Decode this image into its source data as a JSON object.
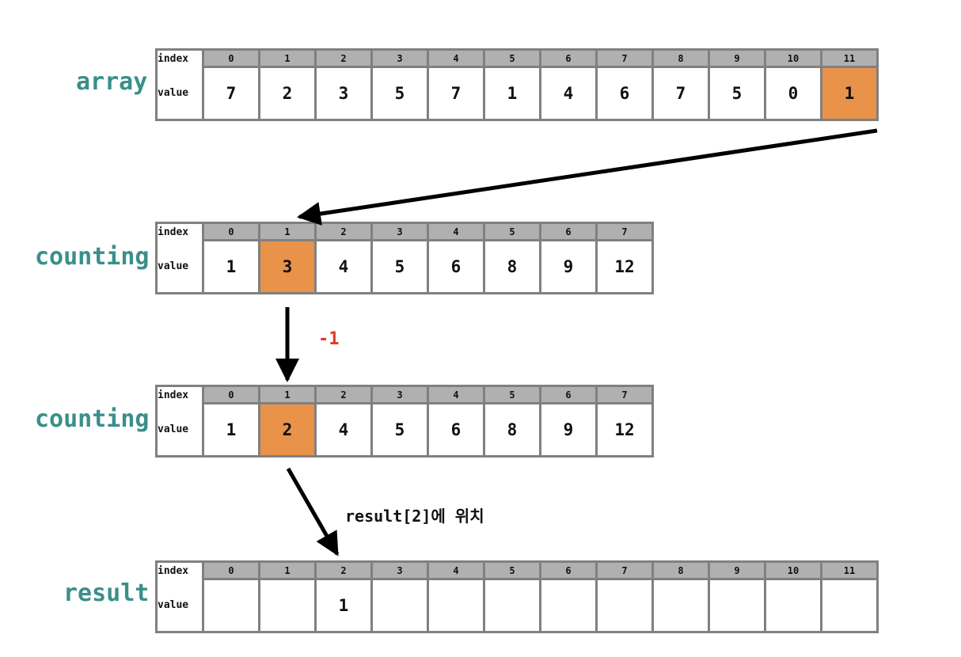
{
  "rows": [
    {
      "label": "array",
      "index_header": "index",
      "value_header": "value",
      "indices": [
        "0",
        "1",
        "2",
        "3",
        "4",
        "5",
        "6",
        "7",
        "8",
        "9",
        "10",
        "11"
      ],
      "values": [
        "7",
        "2",
        "3",
        "5",
        "7",
        "1",
        "4",
        "6",
        "7",
        "5",
        "0",
        "1"
      ],
      "highlight": 11
    },
    {
      "label": "counting",
      "index_header": "index",
      "value_header": "value",
      "indices": [
        "0",
        "1",
        "2",
        "3",
        "4",
        "5",
        "6",
        "7"
      ],
      "values": [
        "1",
        "3",
        "4",
        "5",
        "6",
        "8",
        "9",
        "12"
      ],
      "highlight": 1
    },
    {
      "label": "counting",
      "index_header": "index",
      "value_header": "value",
      "indices": [
        "0",
        "1",
        "2",
        "3",
        "4",
        "5",
        "6",
        "7"
      ],
      "values": [
        "1",
        "2",
        "4",
        "5",
        "6",
        "8",
        "9",
        "12"
      ],
      "highlight": 1
    },
    {
      "label": "result",
      "index_header": "index",
      "value_header": "value",
      "indices": [
        "0",
        "1",
        "2",
        "3",
        "4",
        "5",
        "6",
        "7",
        "8",
        "9",
        "10",
        "11"
      ],
      "values": [
        "",
        "",
        "1",
        "",
        "",
        "",
        "",
        "",
        "",
        "",
        "",
        ""
      ],
      "highlight": -1
    }
  ],
  "annotations": {
    "decrement": "-1",
    "placement": "result[2]에 위치"
  },
  "colors": {
    "label": "#3a8f8a",
    "highlight": "#e8924a",
    "decrement": "#e0392b",
    "grid": "#808080",
    "index_bg": "#b0b0b0"
  }
}
